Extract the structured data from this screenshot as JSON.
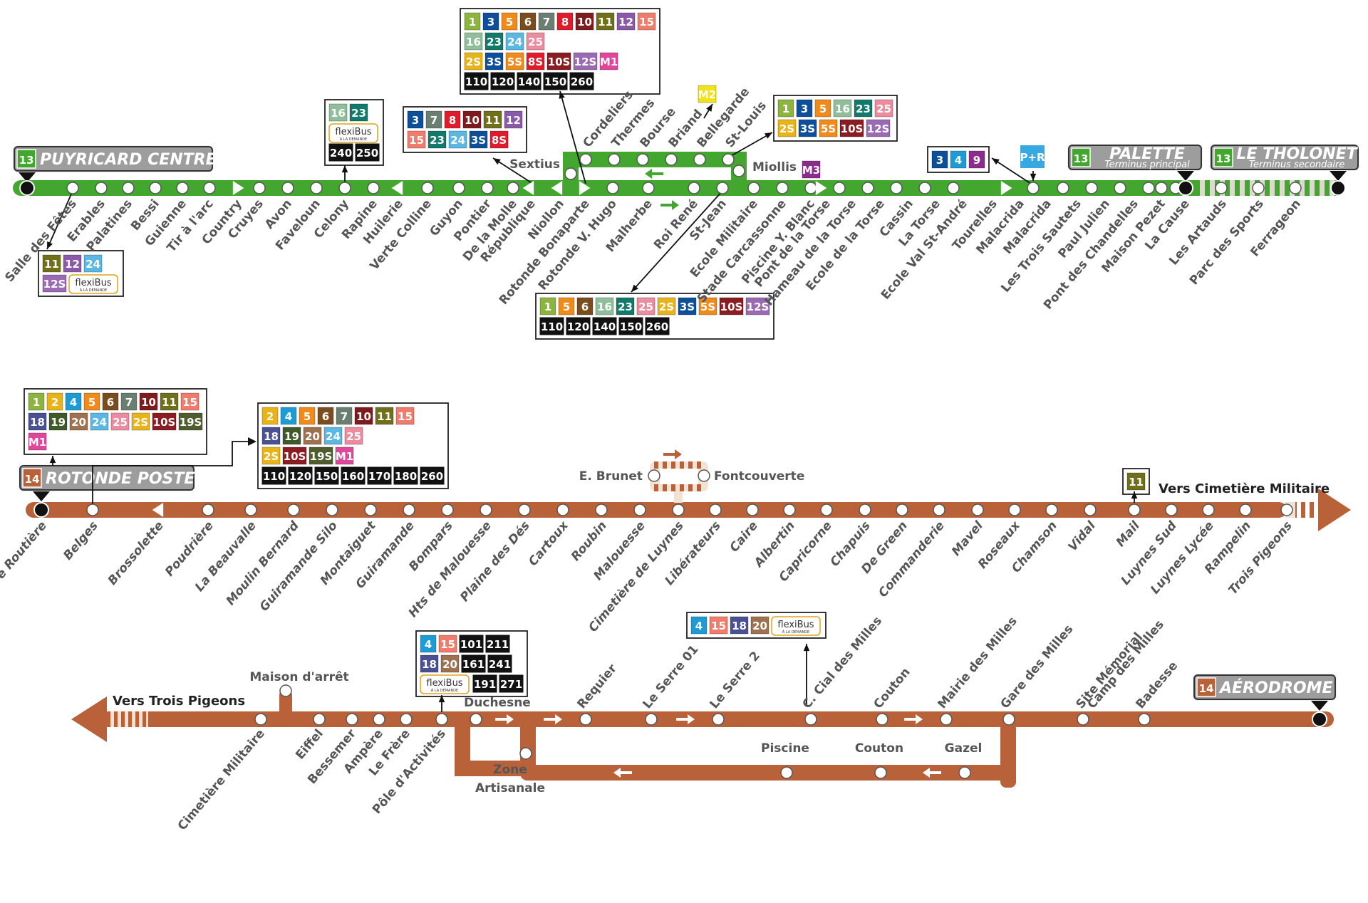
{
  "title": "Lignes 13 et 14 - plan de ligne",
  "colors": {
    "line13": "#43a72f",
    "line14": "#b9623a",
    "stripe13": "#d9dccb",
    "stripe14": "#f1e2d3",
    "label": "#555555",
    "terminus_box": "#9d9d9d"
  },
  "route_colors": {
    "1": "#8cb43f",
    "2": "#e9b41a",
    "3": "#0d4f9a",
    "4": "#1f9bd3",
    "5": "#ef8a1b",
    "6": "#7a4d1f",
    "7": "#6b7e72",
    "8": "#e01b2b",
    "9": "#8c2d8b",
    "10": "#7e1b1f",
    "11": "#6f7019",
    "12": "#8a5aa8",
    "15": "#f07c6e",
    "16": "#8fbf9a",
    "18": "#4a5192",
    "19": "#3f5a2a",
    "20": "#9e7150",
    "23": "#117a6a",
    "24": "#5ab8e3",
    "25": "#eb8c9f",
    "2S": "#e9b41a",
    "3S": "#0d4f9a",
    "5S": "#ef8a1b",
    "8S": "#e01b2b",
    "10S": "#8a1c22",
    "12S": "#9a6bb3",
    "19S": "#4f5d2e",
    "M1": "#e0469a",
    "M2": "#f2e21b",
    "M3": "#8c2d8b",
    "P+R": "#37a9e0",
    "coach": "#111111"
  },
  "line13": {
    "number": "13",
    "termini": [
      {
        "name": "PUYRICARD CENTRE",
        "subtitle": ""
      },
      {
        "name": "PALETTE",
        "subtitle": "Terminus principal"
      },
      {
        "name": "LE THOLONET",
        "subtitle": "Terminus secondaire"
      }
    ],
    "stations_main": [
      "Salle des Fêtes",
      "Erables",
      "Palatines",
      "Bessi",
      "Guienne",
      "Tir à l'arc",
      "Country",
      "Cruyes",
      "Avon",
      "Faveloun",
      "Celony",
      "Rapine",
      "Huilerie",
      "Verte Colline",
      "Guyon",
      "Pontier",
      "De la Molle",
      "République",
      "Niollon",
      "Rotonde Bonaparte",
      "Rotonde V. Hugo",
      "Malherbe",
      "Roi René",
      "St-Jean",
      "Ecole Militaire",
      "Stade Carcassonne",
      "Piscine Y. Blanc",
      "Pont de la Torse",
      "Hameau de la Torse",
      "Ecole de la Torse",
      "Cassin",
      "La Torse",
      "Ecole Val St-André",
      "Tourelles",
      "Malacrida",
      "Malacrida",
      "Les Trois Sautets",
      "Paul Julien",
      "Pont des Chandelles",
      "Maison Pezet",
      "La Cause"
    ],
    "stations_loop_top": [
      "Cordeliers",
      "Thermes",
      "Bourse",
      "Briand",
      "Bellegarde",
      "St-Louis"
    ],
    "stations_side": [
      "Sextius",
      "Miollis"
    ],
    "stations_extension": [
      "Les Artauds",
      "Parc des Sports",
      "Ferrageon"
    ],
    "connections": {
      "salle_des_fetes": [
        "11",
        "12",
        "24",
        "12S",
        "flexiBus"
      ],
      "celony": [
        "16",
        "23",
        "flexiBus",
        "240",
        "250"
      ],
      "republique": [
        "3",
        "7",
        "8",
        "10",
        "11",
        "12",
        "15",
        "23",
        "24",
        "3S",
        "8S"
      ],
      "rotonde": [
        "1",
        "3",
        "5",
        "6",
        "7",
        "8",
        "10",
        "11",
        "12",
        "15",
        "16",
        "23",
        "24",
        "25",
        "2S",
        "3S",
        "5S",
        "8S",
        "10S",
        "12S",
        "M1",
        "110",
        "120",
        "140",
        "150",
        "260"
      ],
      "bellegarde": [
        "M2"
      ],
      "st_louis": [
        "1",
        "3",
        "5",
        "16",
        "23",
        "25",
        "2S",
        "3S",
        "5S",
        "10S",
        "12S"
      ],
      "miollis": [
        "M3"
      ],
      "st_jean": [
        "1",
        "5",
        "6",
        "16",
        "23",
        "25",
        "2S",
        "3S",
        "5S",
        "10S",
        "12S",
        "110",
        "120",
        "140",
        "150",
        "260"
      ],
      "malacrida_a": [
        "3",
        "4",
        "9"
      ],
      "malacrida_b": [
        "P+R"
      ]
    }
  },
  "line14": {
    "number": "14",
    "termini": [
      {
        "name": "ROTONDE POSTE"
      },
      {
        "name": "AÉRODROME"
      }
    ],
    "strip1_stations": [
      "Gare Routière",
      "Belges",
      "Brossolette",
      "Poudrière",
      "La Beauvalle",
      "Moulin Bernard",
      "Guiramande Silo",
      "Montaiguet",
      "Guiramande",
      "Bompars",
      "Hts de Malouesse",
      "Plaine des Dés",
      "Cartoux",
      "Roubin",
      "Malouesse",
      "Cimetière de Luynes",
      "Libérateurs",
      "Caire",
      "Albertin",
      "Capricorne",
      "Chapuis",
      "De Green",
      "Commanderie",
      "Mavel",
      "Roseaux",
      "Chamson",
      "Vidal",
      "Mail",
      "Luynes Sud",
      "Luynes Lycée",
      "Rampelin",
      "Trois Pigeons"
    ],
    "branch_stations": [
      "E. Brunet",
      "Fontcouverte"
    ],
    "strip1_direction": "Vers Cimetière Militaire",
    "strip2_direction": "Vers Trois Pigeons",
    "strip2_stations_top": [
      "Cimetière Militaire",
      "Eiffel",
      "Bessemer",
      "Ampère",
      "Le Frère",
      "Pôle d'Activités",
      "Duchesne",
      "Requier",
      "Le Serre 01",
      "Le Serre 2",
      "C. Cial des Milles",
      "Couton",
      "Mairie des Milles",
      "Gare des Milles",
      "Site Mémorial Camp des Milles",
      "Badesse"
    ],
    "strip2_spur": "Maison d'arrêt",
    "strip2_stations_loop": [
      "Zone Artisanale",
      "Piscine",
      "Couton",
      "Gazel"
    ],
    "connections": {
      "gare_routiere": [
        "1",
        "2",
        "4",
        "5",
        "6",
        "7",
        "10",
        "11",
        "15",
        "18",
        "19",
        "20",
        "24",
        "25",
        "2S",
        "10S",
        "19S",
        "M1"
      ],
      "belges": [
        "2",
        "4",
        "5",
        "6",
        "7",
        "10",
        "11",
        "15",
        "18",
        "19",
        "20",
        "24",
        "25",
        "2S",
        "10S",
        "19S",
        "M1",
        "110",
        "120",
        "150",
        "160",
        "170",
        "180",
        "260"
      ],
      "mail": [
        "11"
      ],
      "pole_activites": [
        "4",
        "15",
        "101",
        "211",
        "18",
        "20",
        "161",
        "241",
        "flexiBus",
        "191",
        "271"
      ],
      "cial_des_milles": [
        "4",
        "15",
        "18",
        "20",
        "flexiBus"
      ]
    }
  },
  "flexibus": {
    "name": "flexiBus",
    "subtitle": "À LA DEMANDE"
  }
}
